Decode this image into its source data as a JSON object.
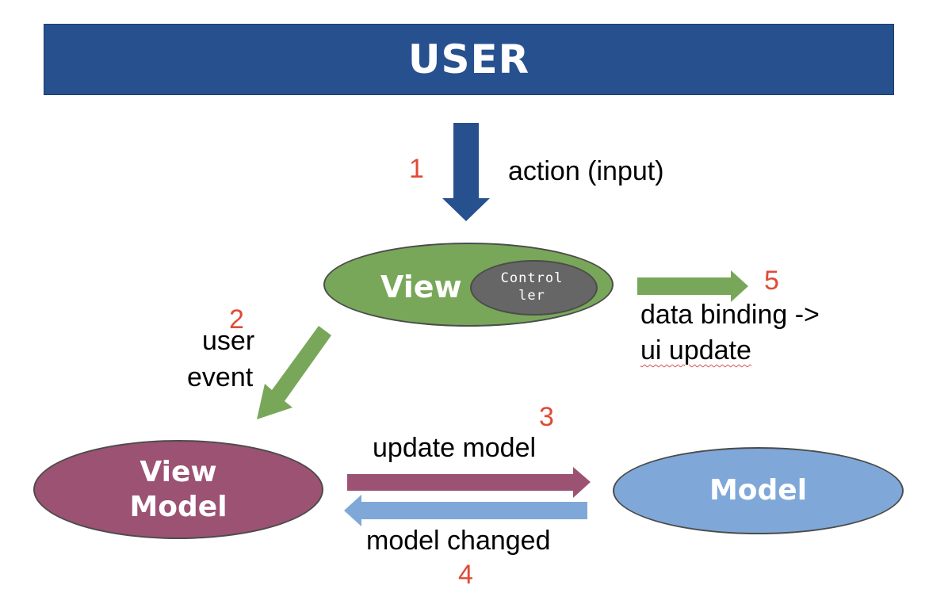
{
  "user": {
    "title": "USER"
  },
  "nodes": {
    "view": "View",
    "controller": "Controller",
    "view_model_line1": "View",
    "view_model_line2": "Model",
    "model": "Model"
  },
  "steps": [
    {
      "number": "1",
      "label": "action (input)"
    },
    {
      "number": "2",
      "label_line1": "user",
      "label_line2": "event"
    },
    {
      "number": "3",
      "label": "update model"
    },
    {
      "number": "4",
      "label": "model changed"
    },
    {
      "number": "5",
      "label_line1": "data binding ->",
      "label_line2": "ui update"
    }
  ],
  "colors": {
    "user_bar": "#27508f",
    "view": "#78a759",
    "controller": "#666666",
    "view_model": "#9c5272",
    "model": "#7fa8d9",
    "step_number": "#e04b36",
    "arrow_action": "#27508f",
    "arrow_green": "#78a759",
    "arrow_update": "#9c5272",
    "arrow_changed": "#7fa8d9"
  }
}
